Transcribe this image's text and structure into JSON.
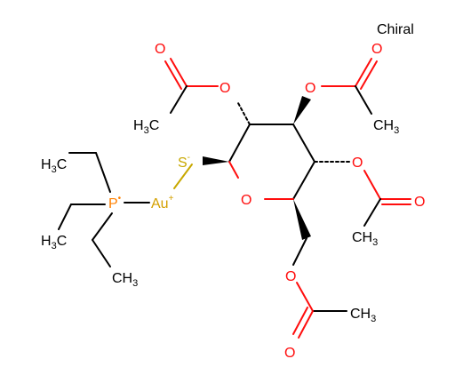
{
  "chiral_label": "Chiral",
  "atoms": {
    "o_top_left_carbonyl": "O",
    "o_ester_1": "O",
    "o_ester_2": "O",
    "o_top_right_carbonyl": "O",
    "o_ester_3": "O",
    "o_right_carbonyl": "O",
    "o_ring": "O",
    "o_ester_4": "O",
    "o_bottom_carbonyl": "O",
    "s": "S",
    "s_charge": "-",
    "p": "P",
    "p_radical": "•",
    "au": "Au",
    "au_charge": "+"
  },
  "groups": {
    "methyl_top_left": {
      "main": "H",
      "sub": "3",
      "tail": "C"
    },
    "methyl_top_right": {
      "main": "CH",
      "sub": "3"
    },
    "methyl_right": {
      "main": "CH",
      "sub": "3"
    },
    "methyl_bottom": {
      "main": "CH",
      "sub": "3"
    },
    "ethyl_top": {
      "main": "H",
      "sub": "3",
      "tail": "C"
    },
    "ethyl_mid": {
      "main": "H",
      "sub": "3",
      "tail": "C"
    },
    "ethyl_bottom": {
      "main": "CH",
      "sub": "3"
    }
  },
  "colors": {
    "oxygen": "#ff0d0d",
    "sulfur": "#c8a800",
    "phosphorus": "#ff8000",
    "gold": "#d4a000",
    "carbon": "#000000"
  }
}
